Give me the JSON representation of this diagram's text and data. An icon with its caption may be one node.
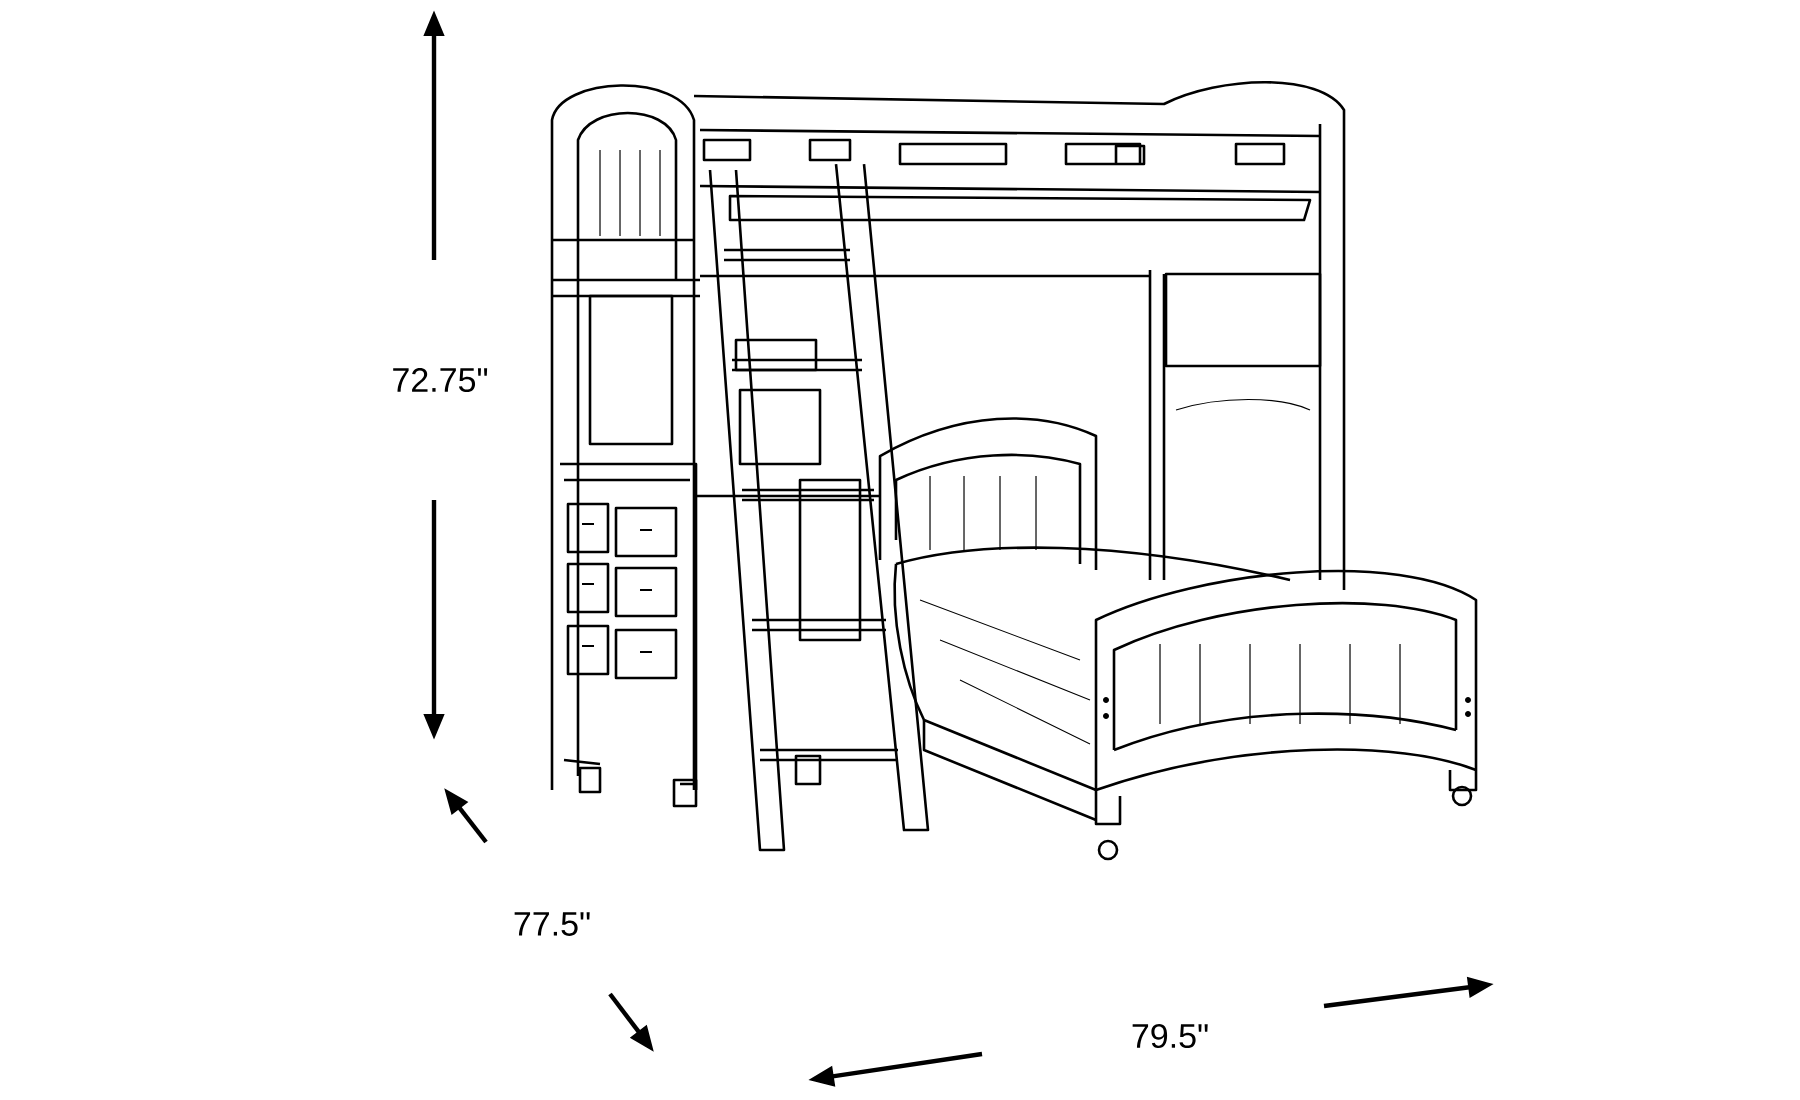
{
  "diagram": {
    "labels": [
      "72.75\"",
      "77.5\"",
      "79.5\""
    ]
  }
}
